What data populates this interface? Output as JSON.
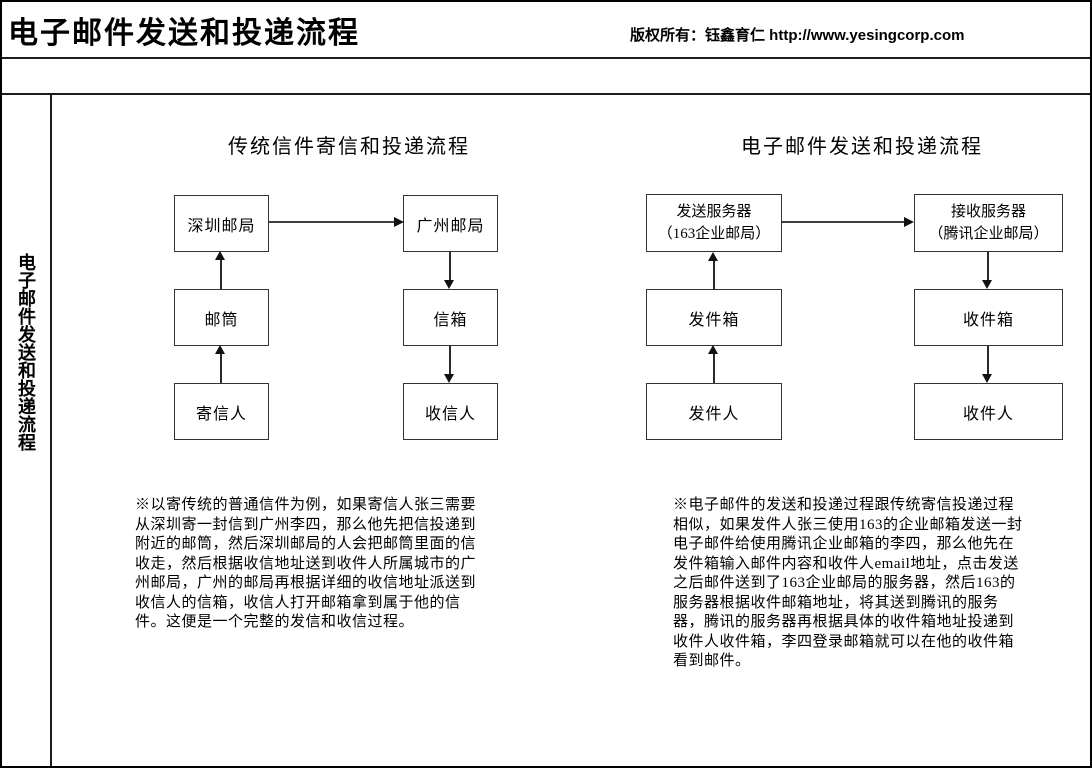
{
  "header": {
    "title": "电子邮件发送和投递流程",
    "copyright": "版权所有：钰鑫育仁  http://www.yesingcorp.com"
  },
  "sidebar": {
    "label": "电子邮件发送和投递流程"
  },
  "traditional_flow": {
    "title": "传统信件寄信和投递流程",
    "boxes": {
      "post_office_shenzhen": "深圳邮局",
      "post_office_guangzhou": "广州邮局",
      "postbox": "邮筒",
      "letterbox": "信箱",
      "letter_sender": "寄信人",
      "letter_recipient": "收信人"
    },
    "description_lines": [
      "※以寄传统的普通信件为例，如果寄信人张三需要",
      "从深圳寄一封信到广州李四，那么他先把信投递到",
      "附近的邮筒，然后深圳邮局的人会把邮筒里面的信",
      "收走，然后根据收信地址送到收件人所属城市的广",
      "州邮局，广州的邮局再根据详细的收信地址派送到",
      "收信人的信箱，收信人打开邮箱拿到属于他的信",
      "件。这便是一个完整的发信和收信过程。"
    ]
  },
  "email_flow": {
    "title": "电子邮件发送和投递流程",
    "boxes": {
      "send_server_line1": "发送服务器",
      "send_server_line2": "（163企业邮局）",
      "receive_server_line1": "接收服务器",
      "receive_server_line2": "（腾讯企业邮局）",
      "outbox": "发件箱",
      "inbox": "收件箱",
      "mail_sender": "发件人",
      "mail_recipient": "收件人"
    },
    "description_lines": [
      "※电子邮件的发送和投递过程跟传统寄信投递过程",
      "相似，如果发件人张三使用163的企业邮箱发送一封",
      "电子邮件给使用腾讯企业邮箱的李四，那么他先在",
      "发件箱输入邮件内容和收件人email地址，点击发送",
      "之后邮件送到了163企业邮局的服务器，然后163的",
      "服务器根据收件邮箱地址，将其送到腾讯的服务",
      "器，腾讯的服务器再根据具体的收件箱地址投递到",
      "收件人收件箱，李四登录邮箱就可以在他的收件箱",
      "看到邮件。"
    ]
  },
  "colors": {
    "text": "#000000",
    "frame": "#1c1c1c",
    "box_border": "#333333",
    "arrow": "#2b2b2b"
  }
}
